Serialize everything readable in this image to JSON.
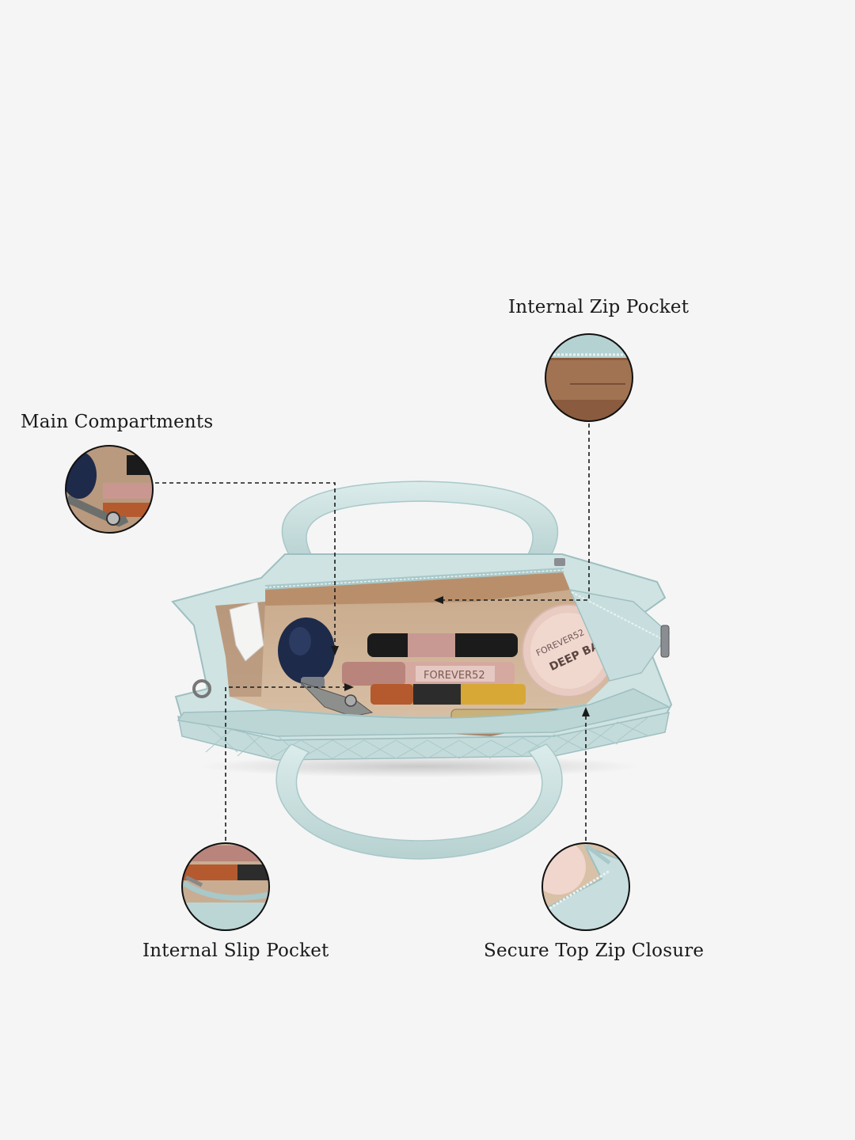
{
  "callouts": {
    "internal_zip_pocket": "Internal Zip Pocket",
    "main_compartments": "Main Compartments",
    "internal_slip_pocket": "Internal Slip Pocket",
    "secure_top_zip_closure": "Secure Top Zip Closure"
  },
  "product_text": {
    "compact_brand": "FOREVER52",
    "compact_name": "DEEP BASE",
    "lipstick_label": "FOREVER52"
  },
  "colors": {
    "background": "#f5f5f5",
    "bag_mint": "#cfe3e3",
    "bag_mint_dark": "#a9c8c9",
    "lining_tan": "#b99a7f",
    "lining_light": "#d9c2a9",
    "leader_line": "#1a1a1a"
  }
}
